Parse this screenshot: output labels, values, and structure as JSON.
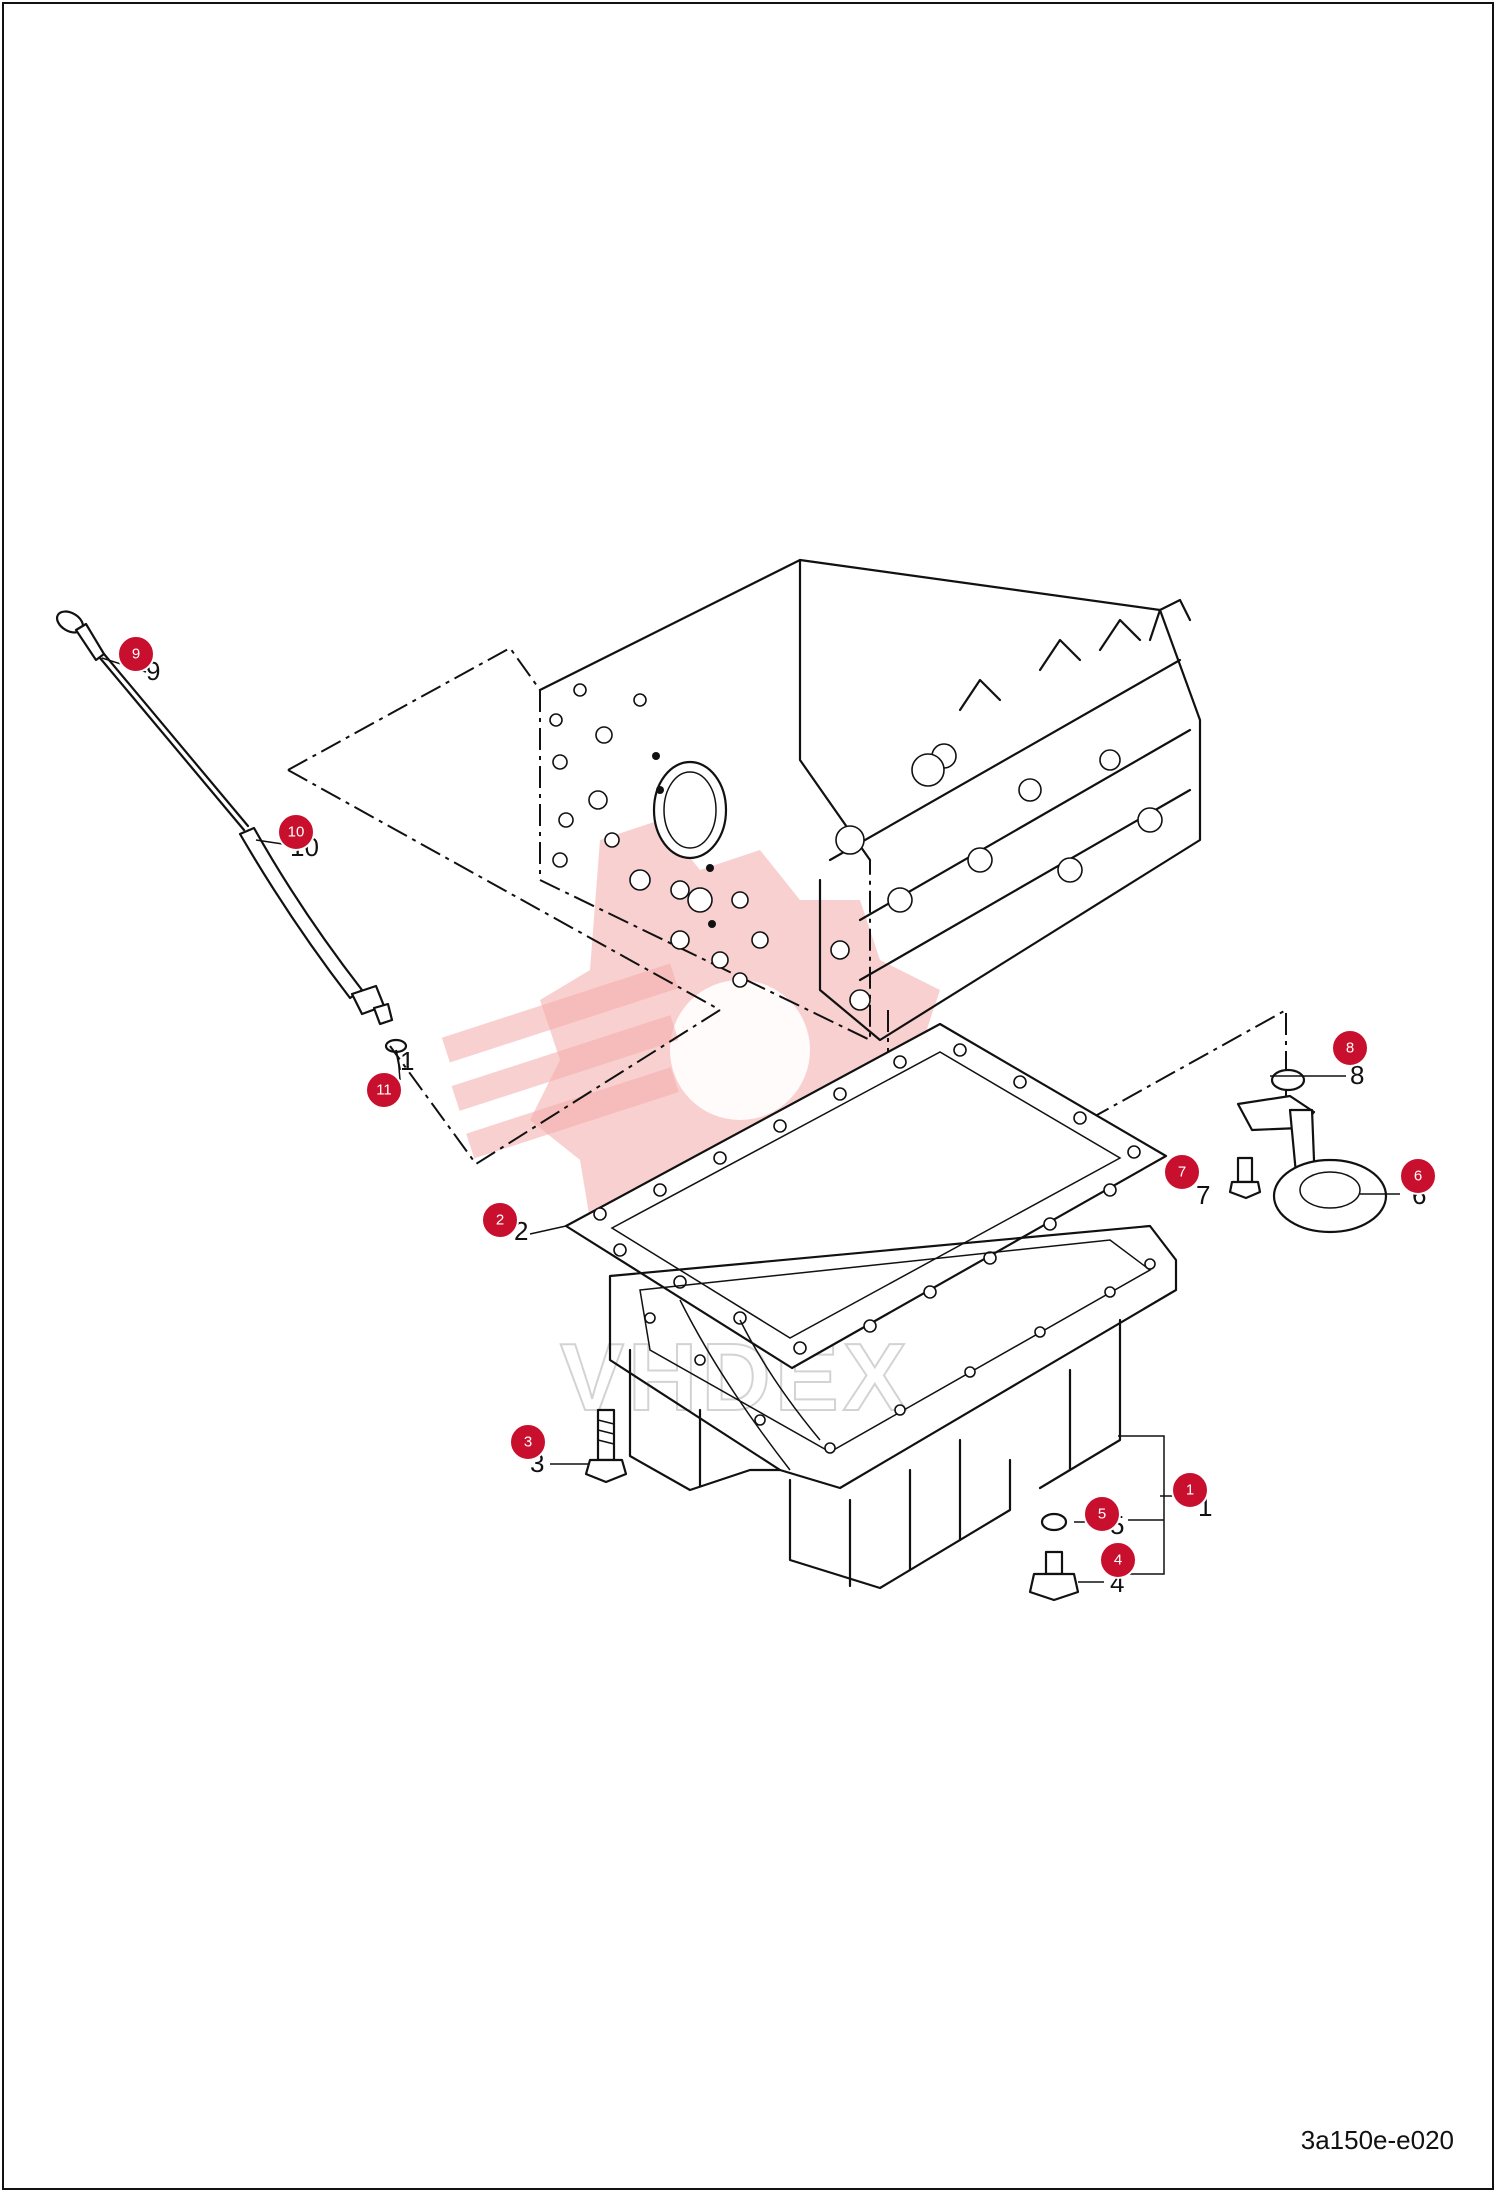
{
  "diagram": {
    "reference_code": "3a150e-e020",
    "watermark": "VHDEX",
    "accent_color": "#c8102e",
    "callouts": [
      {
        "id": "9",
        "plain": "9"
      },
      {
        "id": "10",
        "plain": "10"
      },
      {
        "id": "11",
        "plain": "1"
      },
      {
        "id": "8",
        "plain": "8"
      },
      {
        "id": "7",
        "plain": "7"
      },
      {
        "id": "6",
        "plain": "6"
      },
      {
        "id": "2",
        "plain": "2"
      },
      {
        "id": "3",
        "plain": "3"
      },
      {
        "id": "1",
        "plain": "1"
      },
      {
        "id": "5",
        "plain": "5"
      },
      {
        "id": "4",
        "plain": "4"
      }
    ]
  }
}
